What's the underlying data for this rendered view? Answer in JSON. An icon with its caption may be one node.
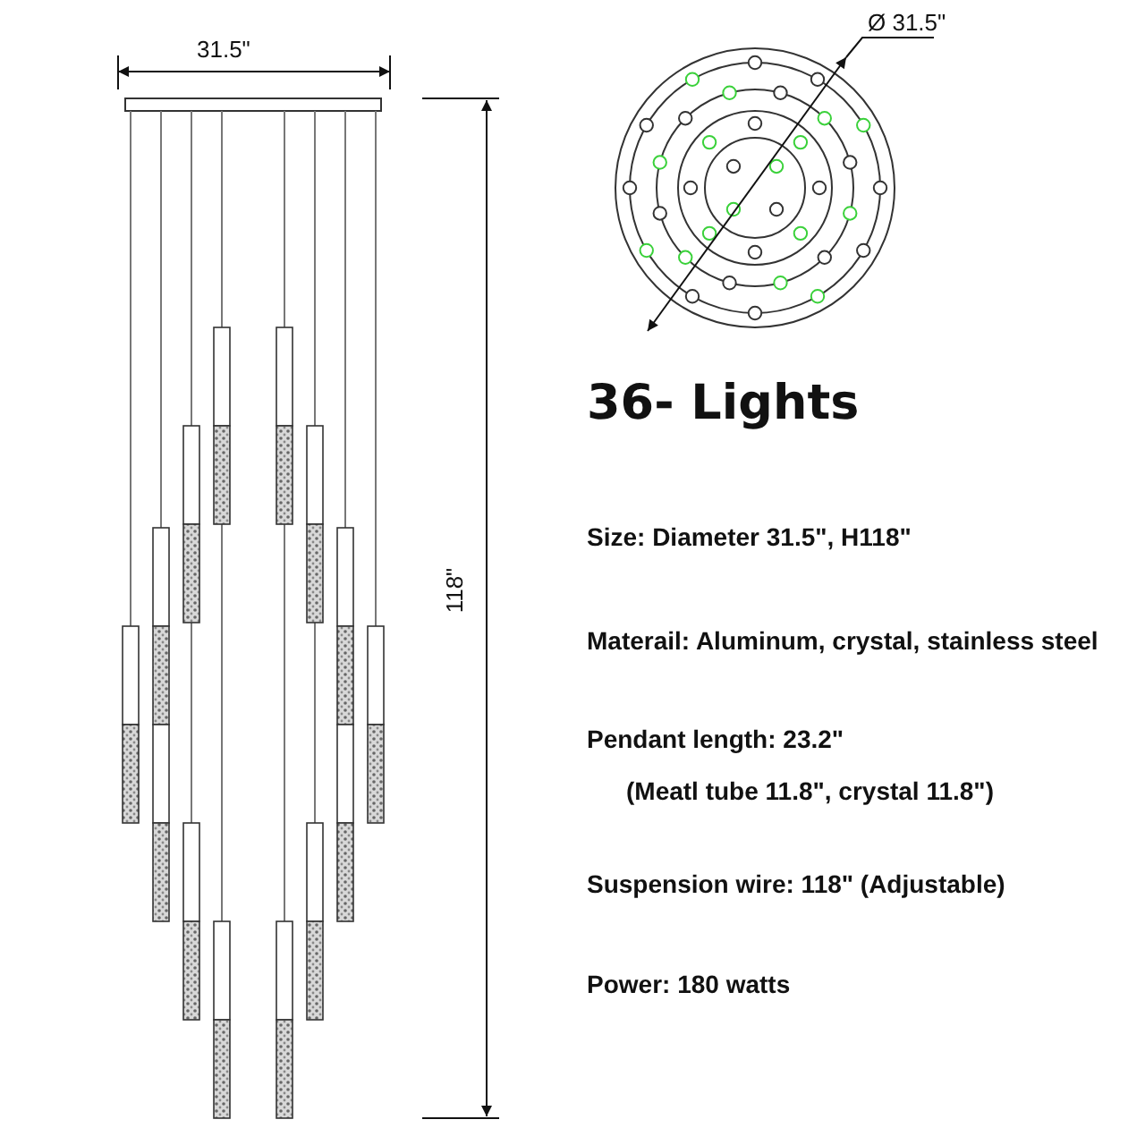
{
  "diagram": {
    "title": "36- Lights",
    "labels": [
      "31.5\"",
      "Ø 31.5\"",
      "118\"",
      "Size: Diameter 31.5\", H118\"",
      "Materail: Aluminum, crystal, stainless steel",
      "Pendant length: 23.2\"",
      "(Meatl tube 11.8\", crystal 11.8\")",
      "Suspension wire: 118\" (Adjustable)",
      "Power: 180 watts"
    ]
  }
}
